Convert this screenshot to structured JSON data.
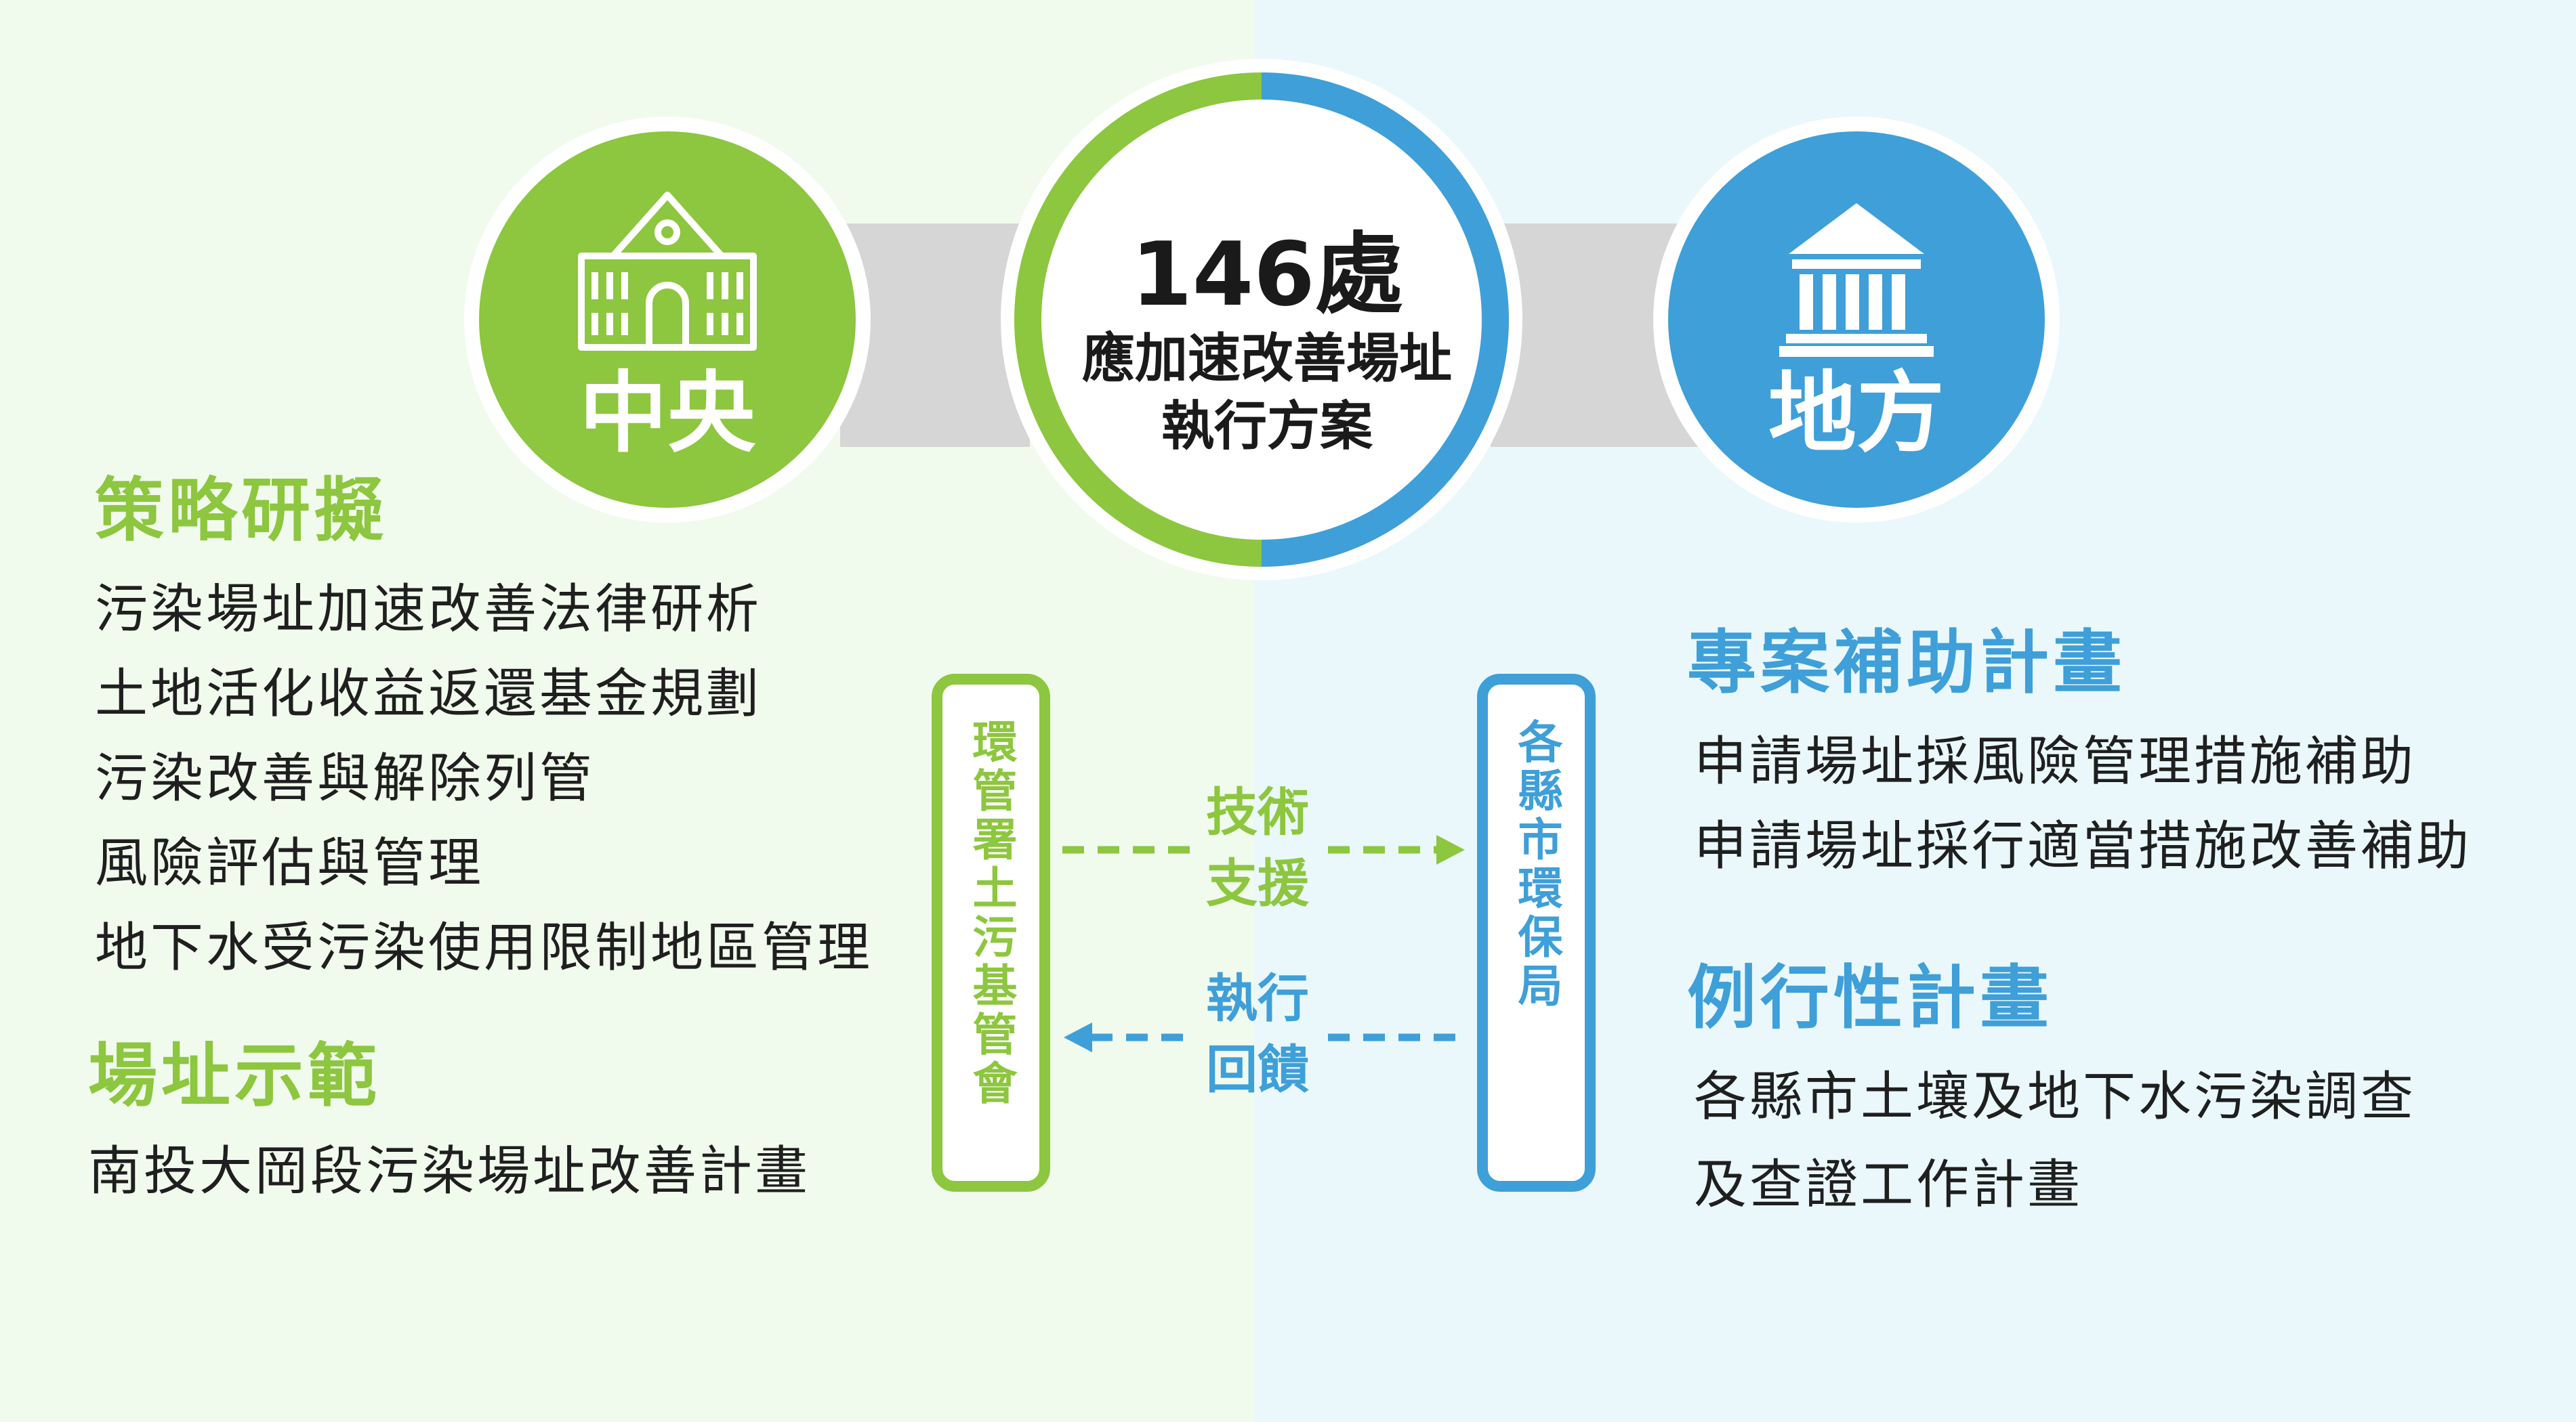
{
  "center": {
    "count": "146處",
    "line1": "應加速改善場址",
    "line2": "執行方案"
  },
  "central": {
    "label": "中央",
    "sections": [
      {
        "title": "策略研擬",
        "items": [
          "污染場址加速改善法律研析",
          "土地活化收益返還基金規劃",
          "污染改善與解除列管",
          "風險評估與管理",
          "地下水受污染使用限制地區管理"
        ]
      },
      {
        "title": "場址示範",
        "items": [
          "南投大岡段污染場址改善計畫"
        ]
      }
    ]
  },
  "local": {
    "label": "地方",
    "sections": [
      {
        "title": "專案補助計畫",
        "items": [
          "申請場址採風險管理措施補助",
          "申請場址採行適當措施改善補助"
        ]
      },
      {
        "title": "例行性計畫",
        "items": [
          "各縣市土壤及地下水污染調查",
          "及查證工作計畫"
        ]
      }
    ]
  },
  "agencies": {
    "central": "環管署土污基管會",
    "local": "各縣市環保局"
  },
  "flows": {
    "tech_support": {
      "line1": "技術",
      "line2": "支援"
    },
    "feedback": {
      "line1": "執行",
      "line2": "回饋"
    }
  },
  "colors": {
    "green": "#8dc63f",
    "blue": "#3f9fd8",
    "connector": "#d6d6d6"
  },
  "icons": {
    "central": "school-building-icon",
    "local": "government-columns-icon"
  }
}
